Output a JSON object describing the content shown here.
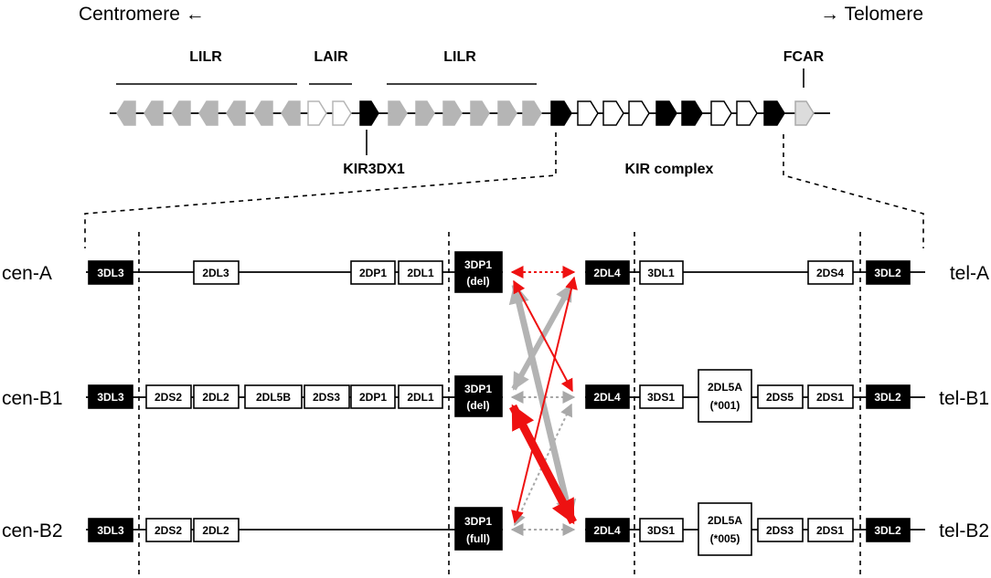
{
  "header": {
    "centromere": "Centromere ←",
    "telomere": "→ Telomere"
  },
  "upper_map": {
    "groups": {
      "lilr_left": "LILR",
      "lair": "LAIR",
      "lilr_right": "LILR",
      "fcar": "FCAR",
      "kir3dx1": "KIR3DX1",
      "kir_complex": "KIR complex"
    },
    "colors": {
      "gray": "#b5b5b5",
      "black": "#000000",
      "white": "#ffffff",
      "light_gray": "#dcdcdc"
    }
  },
  "haplotypes": {
    "cen_a": {
      "label": "cen-A",
      "genes": {
        "g3dl3": "3DL3",
        "g2dl3": "2DL3",
        "g2dp1": "2DP1",
        "g2dl1": "2DL1",
        "g3dp1": "3DP1",
        "g3dp1_sub": "(del)"
      }
    },
    "cen_b1": {
      "label": "cen-B1",
      "genes": {
        "g3dl3": "3DL3",
        "g2ds2": "2DS2",
        "g2dl2": "2DL2",
        "g2dl5b": "2DL5B",
        "g2ds3": "2DS3",
        "g2dp1": "2DP1",
        "g2dl1": "2DL1",
        "g3dp1": "3DP1",
        "g3dp1_sub": "(del)"
      }
    },
    "cen_b2": {
      "label": "cen-B2",
      "genes": {
        "g3dl3": "3DL3",
        "g2ds2": "2DS2",
        "g2dl2": "2DL2",
        "g3dp1": "3DP1",
        "g3dp1_sub": "(full)"
      }
    },
    "tel_a": {
      "label": "tel-A",
      "genes": {
        "g2dl4": "2DL4",
        "g3dl1": "3DL1",
        "g2ds4": "2DS4",
        "g3dl2": "3DL2"
      }
    },
    "tel_b1": {
      "label": "tel-B1",
      "genes": {
        "g2dl4": "2DL4",
        "g3ds1": "3DS1",
        "g2dl5a": "2DL5A",
        "g2dl5a_sub": "(*001)",
        "g2ds5": "2DS5",
        "g2ds1": "2DS1",
        "g3dl2": "3DL2"
      }
    },
    "tel_b2": {
      "label": "tel-B2",
      "genes": {
        "g2dl4": "2DL4",
        "g3ds1": "3DS1",
        "g2dl5a": "2DL5A",
        "g2dl5a_sub": "(*005)",
        "g2ds3": "2DS3",
        "g2ds1": "2DS1",
        "g3dl2": "3DL2"
      }
    }
  },
  "arrows": {
    "colors": {
      "red": "#ee1111",
      "gray": "#b3b3b3",
      "dotted_gray": "#a8a8a8"
    }
  }
}
